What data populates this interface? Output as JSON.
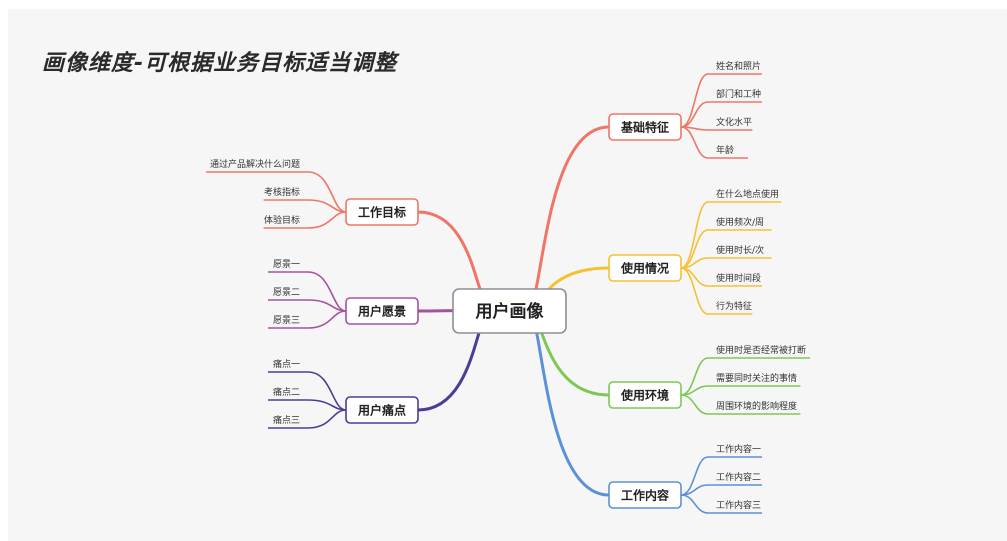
{
  "title": "画像维度-可根据业务目标适当调整",
  "root": {
    "label": "用户画像"
  },
  "branches": [
    {
      "id": "basic",
      "label": "基础特征",
      "color": "#f07566",
      "leaves": [
        "姓名和照片",
        "部门和工种",
        "文化水平",
        "年龄"
      ]
    },
    {
      "id": "usage",
      "label": "使用情况",
      "color": "#f6c034",
      "leaves": [
        "在什么地点使用",
        "使用频次/周",
        "使用时长/次",
        "使用时间段",
        "行为特征"
      ]
    },
    {
      "id": "env",
      "label": "使用环境",
      "color": "#7dc855",
      "leaves": [
        "使用时是否经常被打断",
        "需要同时关注的事情",
        "周围环境的影响程度"
      ]
    },
    {
      "id": "content",
      "label": "工作内容",
      "color": "#5b91d8",
      "leaves": [
        "工作内容一",
        "工作内容二",
        "工作内容三"
      ]
    },
    {
      "id": "goal",
      "label": "工作目标",
      "color": "#f07566",
      "leaves": [
        "通过产品解决什么问题",
        "考核指标",
        "体验目标"
      ]
    },
    {
      "id": "wish",
      "label": "用户愿景",
      "color": "#a6529e",
      "leaves": [
        "愿景一",
        "愿景二",
        "愿景三"
      ]
    },
    {
      "id": "pain",
      "label": "用户痛点",
      "color": "#4a3d96",
      "leaves": [
        "痛点一",
        "痛点二",
        "痛点三"
      ]
    }
  ]
}
